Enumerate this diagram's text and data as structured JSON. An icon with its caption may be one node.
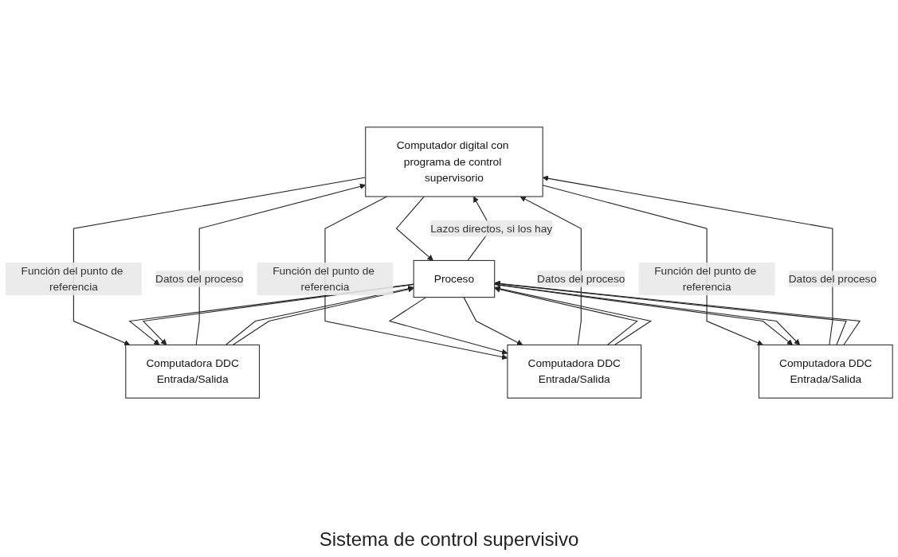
{
  "diagram": {
    "caption": "Sistema de control supervisivo",
    "nodes": [
      {
        "text": [
          "Computador digital con programa de control supervisorio"
        ]
      },
      {
        "text": [
          "Computadora DDC",
          "Entrada/Salida"
        ]
      },
      {
        "text": [
          "Computadora DDC",
          "Entrada/Salida"
        ]
      },
      {
        "text": [
          "Computadora DDC",
          "Entrada/Salida"
        ]
      },
      {
        "text": [
          "Proceso"
        ]
      }
    ],
    "edges": [
      {
        "from": 4,
        "to": 0,
        "arrow": "to",
        "label": "Lazos directos, si los hay"
      },
      {
        "from": 0,
        "to": 4,
        "arrow": "to"
      },
      {
        "from": 1,
        "to": 0,
        "arrow": "to",
        "label": "Datos del proceso"
      },
      {
        "from": 0,
        "to": 1,
        "arrow": "to",
        "label": "Función del punto de referencia"
      },
      {
        "from": 2,
        "to": 0,
        "arrow": "to",
        "label": "Datos del proceso"
      },
      {
        "from": 0,
        "to": 2,
        "arrow": "to",
        "label": "Función del punto de referencia"
      },
      {
        "from": 0,
        "to": 3,
        "arrow": "to",
        "label": "Función del punto de referencia"
      },
      {
        "from": 3,
        "to": 0,
        "arrow": "to",
        "label": "Datos del proceso"
      },
      {
        "from": 4,
        "to": 1,
        "arrow": "to"
      },
      {
        "from": 4,
        "to": 1,
        "arrow": "to"
      },
      {
        "from": 1,
        "to": 4,
        "arrow": "to"
      },
      {
        "from": 1,
        "to": 4,
        "arrow": "to"
      },
      {
        "from": 4,
        "to": 2,
        "arrow": "to"
      },
      {
        "from": 4,
        "to": 2,
        "arrow": "to"
      },
      {
        "from": 2,
        "to": 4,
        "arrow": "to"
      },
      {
        "from": 2,
        "to": 4,
        "arrow": "to"
      },
      {
        "from": 4,
        "to": 3,
        "arrow": "to"
      },
      {
        "from": 4,
        "to": 3,
        "arrow": "to"
      },
      {
        "from": 3,
        "to": 4,
        "arrow": "to"
      },
      {
        "from": 3,
        "to": 4,
        "arrow": "to"
      }
    ]
  }
}
